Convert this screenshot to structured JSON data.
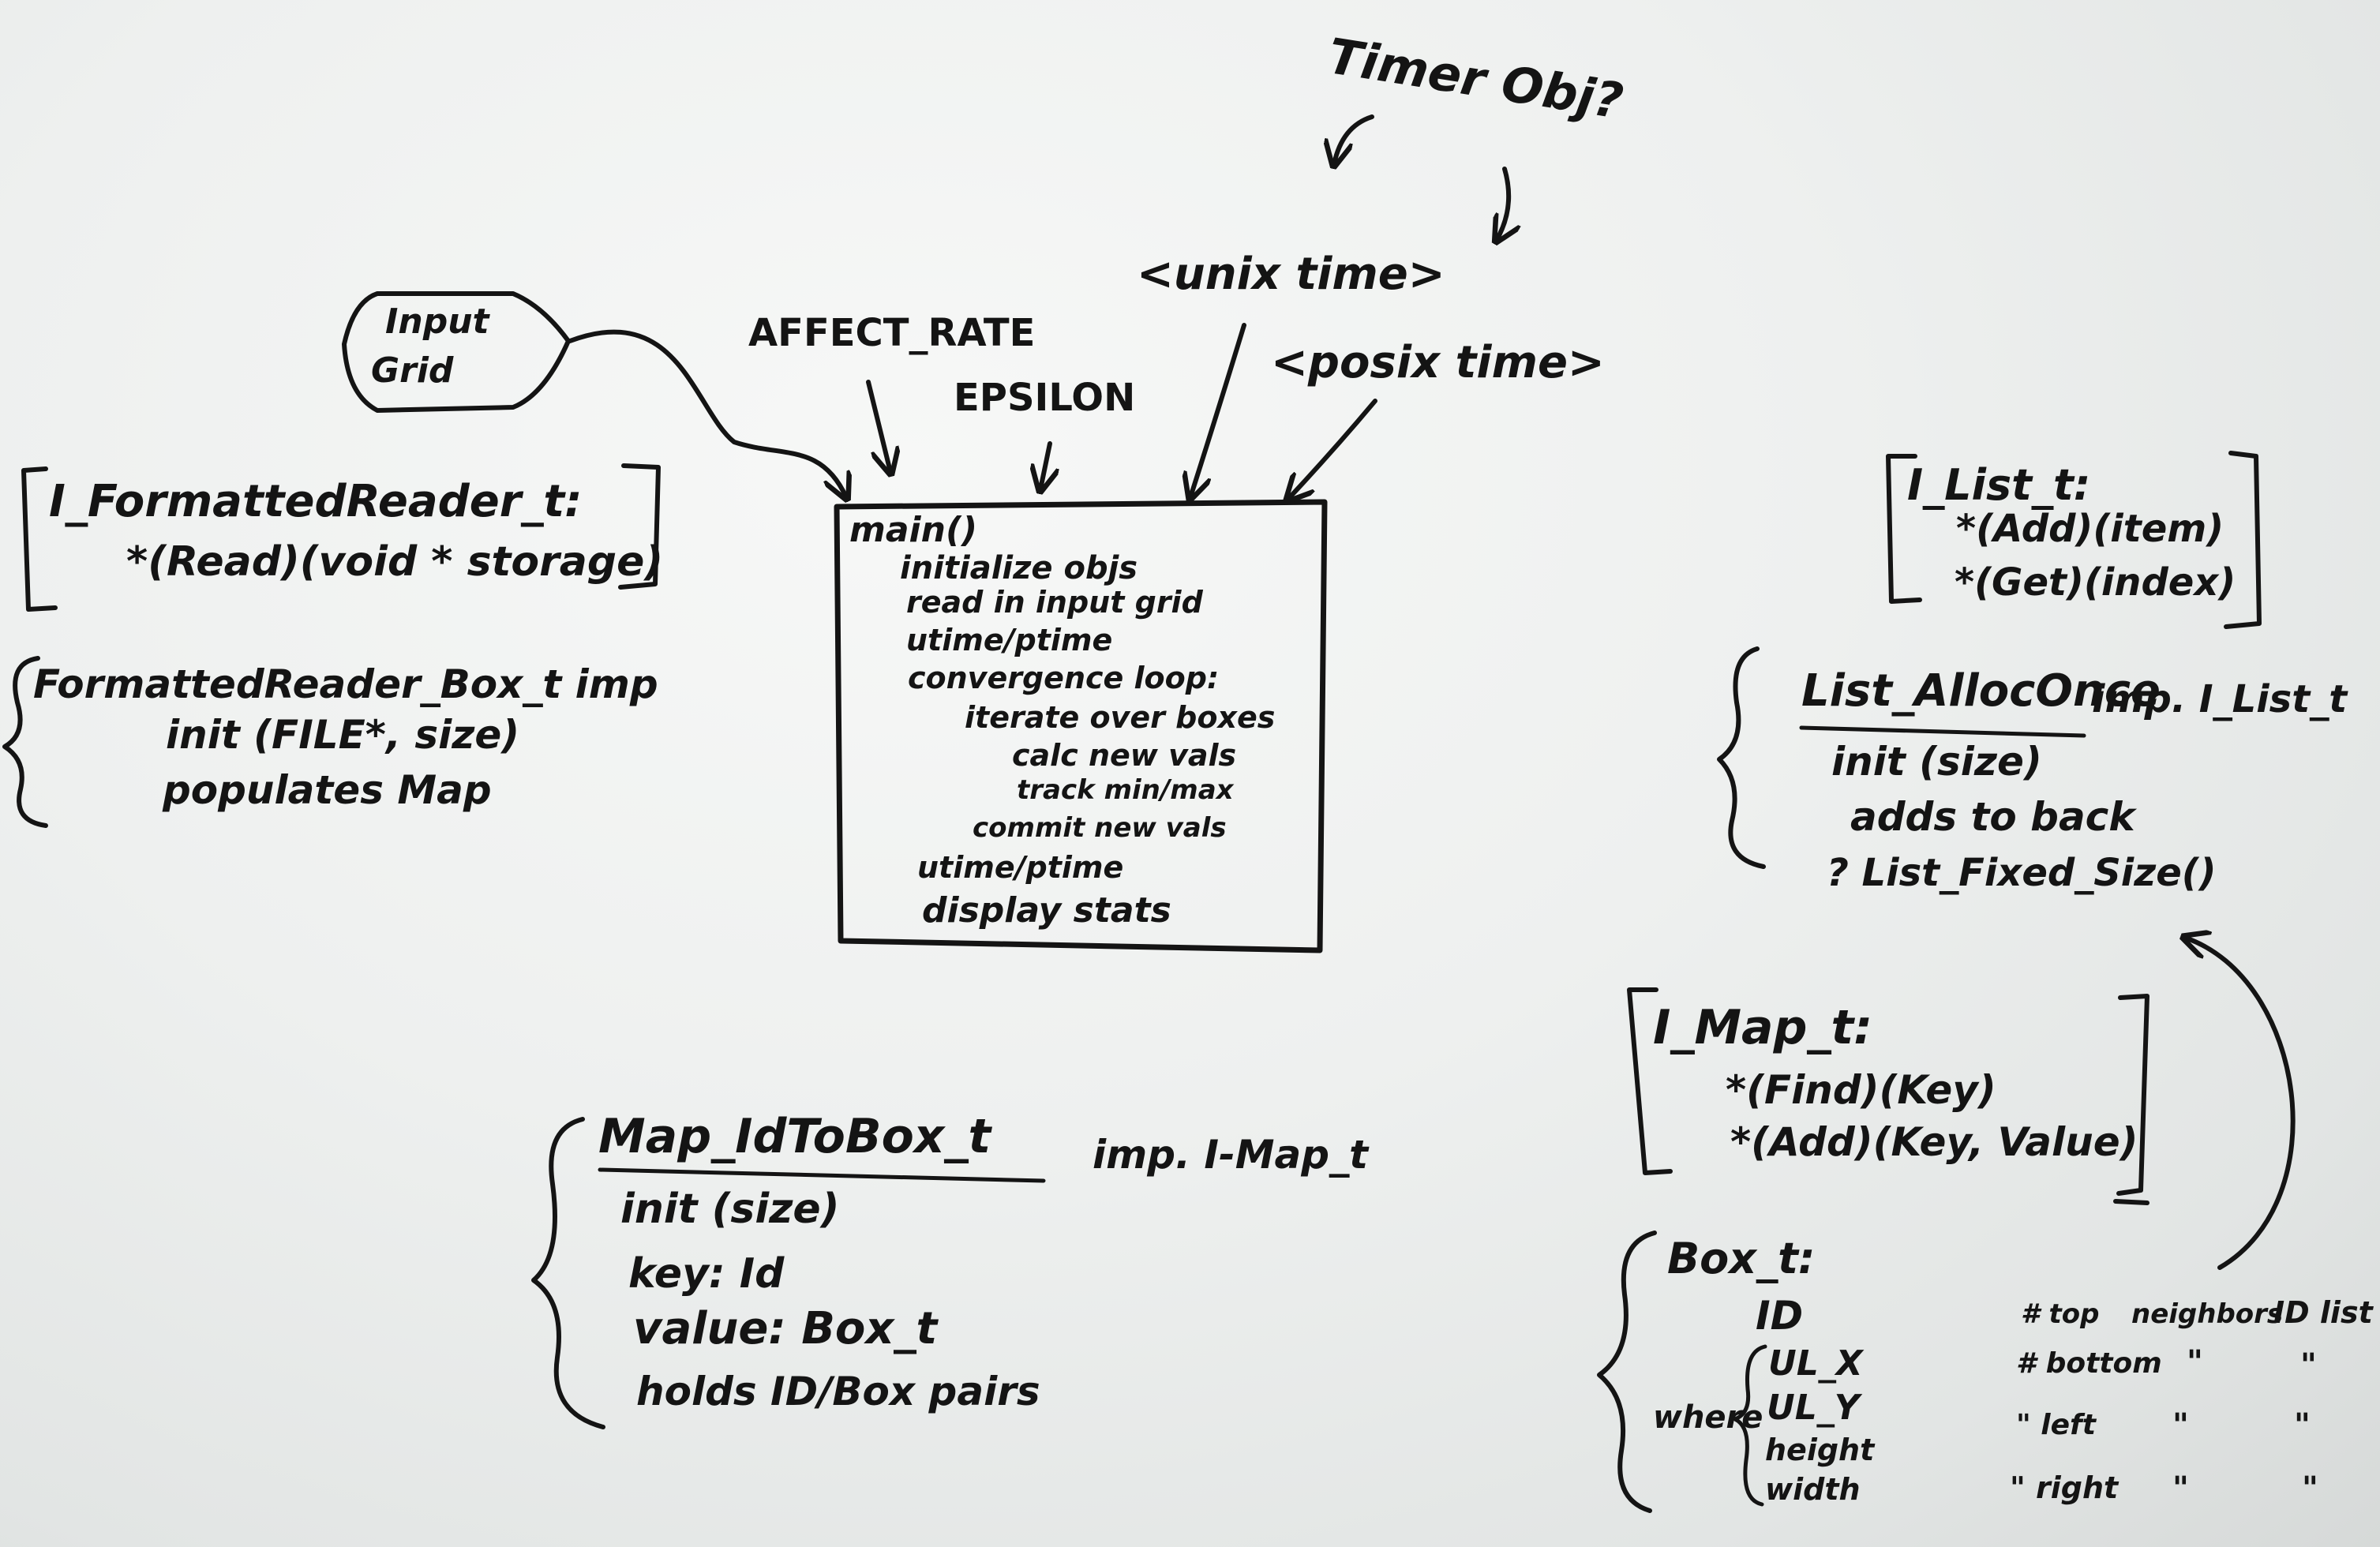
{
  "inputs": {
    "input_grid": {
      "line1": "Input",
      "line2": "Grid"
    },
    "affect_rate": "AFFECT_RATE",
    "epsilon": "EPSILON",
    "unix_time": "<unix time>",
    "posix_time": "<posix time>",
    "timer_obj": "Timer Obj?"
  },
  "main_box": {
    "lines": [
      "main()",
      "initialize objs",
      "read in input grid",
      "utime/ptime",
      "convergence loop:",
      "iterate over boxes",
      "calc new vals",
      "track min/max",
      "commit new vals",
      "utime/ptime",
      "display stats"
    ]
  },
  "formatted_reader_interface": {
    "name": "I_FormattedReader_t:",
    "method": "*(Read)(void * storage)"
  },
  "formatted_reader_impl": {
    "name": "FormattedReader_Box_t imp",
    "lines": [
      "init (FILE*, size)",
      "populates Map"
    ]
  },
  "map_impl": {
    "name": "Map_IdToBox_t",
    "implements": "imp. I-Map_t",
    "lines": [
      "init (size)",
      "key: Id",
      "value: Box_t",
      "holds ID/Box pairs"
    ]
  },
  "list_interface": {
    "name": "I_List_t:",
    "methods": [
      "*(Add)(item)",
      "*(Get)(index)"
    ]
  },
  "list_impl": {
    "name": "List_AllocOnce",
    "implements": "imp. I_List_t",
    "lines": [
      "init (size)",
      "adds to back",
      "? List_Fixed_Size()"
    ]
  },
  "map_interface": {
    "name": "I_Map_t:",
    "methods": [
      "*(Find)(Key)",
      "*(Add)(Key, Value)"
    ]
  },
  "box_struct": {
    "name": "Box_t:",
    "id": "ID",
    "where_label": "where",
    "fields": [
      "UL_X",
      "UL_Y",
      "height",
      "width"
    ],
    "neighbors": [
      {
        "prefix": "# top",
        "label": "neighbors",
        "suffix": "ID list"
      },
      {
        "prefix": "# bottom",
        "ditto1": "\"",
        "ditto2": "\""
      },
      {
        "prefix": "\" left",
        "ditto1": "\"",
        "ditto2": "\""
      },
      {
        "prefix": "\" right",
        "ditto1": "\"",
        "ditto2": "\""
      }
    ]
  },
  "colors": {
    "board": "#eef0ef",
    "ink": "#141414"
  }
}
